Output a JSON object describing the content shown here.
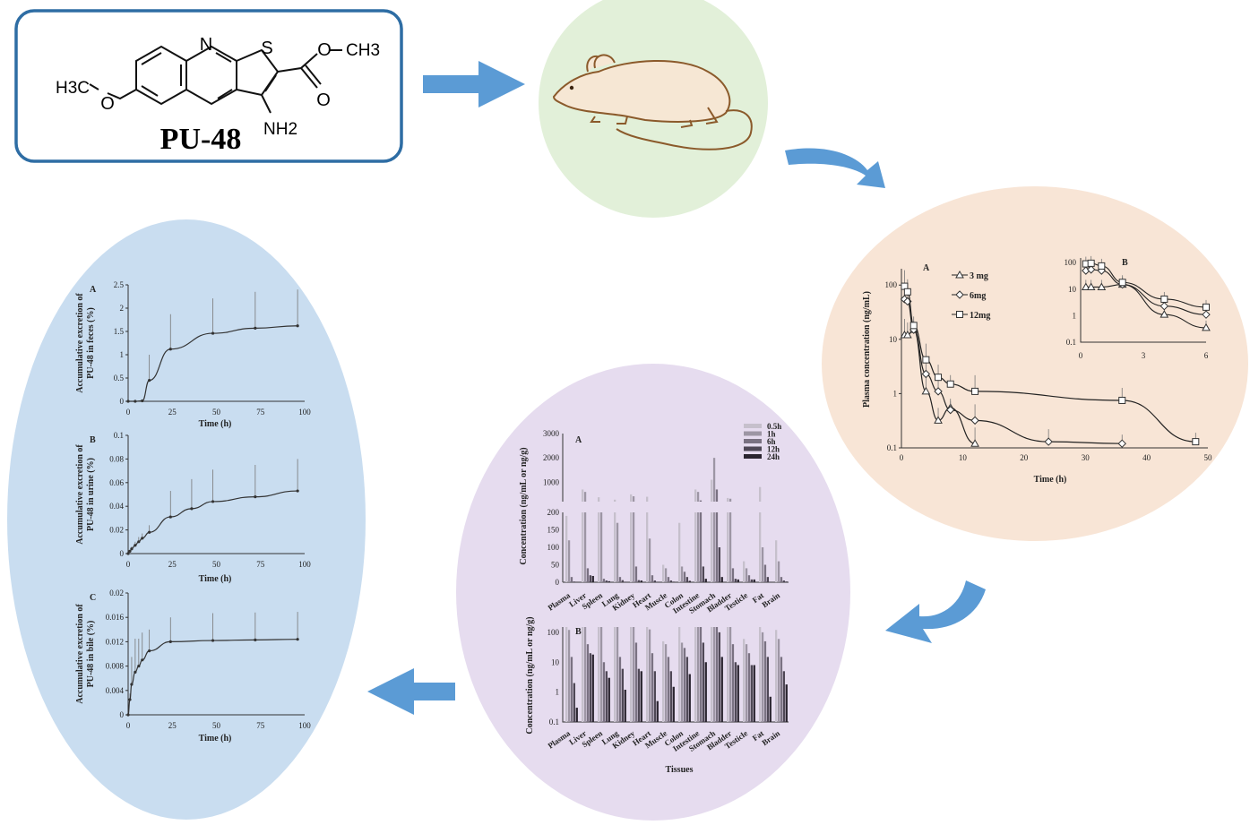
{
  "molecule": {
    "name": "PU-48",
    "atoms": {
      "n": "N",
      "s": "S",
      "o_ether": "O",
      "o_carbonyl": "O",
      "o_ester": "O",
      "ch3_left": "H3C",
      "ch3_right": "CH3",
      "nh2": "NH2"
    }
  },
  "colors": {
    "arrow": "#5b9bd5",
    "molecule_border": "#2e6da4",
    "mouse_bg": "#e2f0d9",
    "plasma_bg": "#f8e5d6",
    "tissue_bg": "#e6dcef",
    "excretion_bg": "#c9ddf0",
    "mouse_stroke": "#8b5a2b",
    "mouse_fill": "#f6e7d4"
  },
  "icons": [
    "mouse-icon",
    "arrow-right-icon",
    "arrow-curved-icon",
    "arrow-left-icon"
  ],
  "plasma": {
    "panel_main": "A",
    "panel_inset": "B",
    "ylabel": "Plasma concentration (ng/mL)",
    "xlabel": "Time (h)",
    "yticks": [
      "100",
      "10",
      "1",
      "0.1"
    ],
    "xticks": [
      "0",
      "10",
      "20",
      "30",
      "40",
      "50"
    ],
    "inset_yticks": [
      "100",
      "10",
      "1",
      "0.1"
    ],
    "inset_xticks": [
      "0",
      "3",
      "6"
    ],
    "legend": [
      "3 mg",
      "6mg",
      "12mg"
    ]
  },
  "tissue": {
    "panel_a": "A",
    "panel_b": "B",
    "ylabel_a": "Concentration (ng/mL or ng/g)",
    "ylabel_b": "Concentration (ng/mL or ng/g)",
    "xlabel": "Tissues",
    "yticks_a_upper": [
      "3000",
      "2000",
      "1000"
    ],
    "yticks_a_lower": [
      "200",
      "150",
      "100",
      "50",
      "0"
    ],
    "yticks_b": [
      "100",
      "10",
      "1",
      "0.1"
    ],
    "legend": [
      "0.5h",
      "1h",
      "6h",
      "12h",
      "24h"
    ],
    "categories": [
      "Plasma",
      "Liver",
      "Spleen",
      "Lung",
      "Kidney",
      "Heart",
      "Muscle",
      "Colon",
      "Intestine",
      "Stomach",
      "Bladder",
      "Testicle",
      "Fat",
      "Brain"
    ]
  },
  "excretion": {
    "panel_a": "A",
    "panel_b": "B",
    "panel_c": "C",
    "ylabel_a": [
      "Accumulative excretion of",
      "PU-48 in feces (%)"
    ],
    "ylabel_b": [
      "Accumulative excretion of",
      "PU-48 in urine (%)"
    ],
    "ylabel_c": [
      "Accumulative excretion of",
      "PU-48 in bile (%)"
    ],
    "xlabel": "Time (h)",
    "xticks": [
      "0",
      "25",
      "50",
      "75",
      "100"
    ],
    "yticks_a": [
      "2.5",
      "2",
      "1.5",
      "1",
      "0.5",
      "0"
    ],
    "yticks_b": [
      "0.1",
      "0.08",
      "0.06",
      "0.04",
      "0.02",
      "0"
    ],
    "yticks_c": [
      "0.02",
      "0.016",
      "0.012",
      "0.008",
      "0.004",
      "0"
    ]
  },
  "chart_data": [
    {
      "type": "line",
      "title": "A",
      "xlabel": "Time (h)",
      "ylabel": "Plasma concentration (ng/mL)",
      "yscale": "log",
      "xlim": [
        0,
        50
      ],
      "ylim": [
        0.1,
        200
      ],
      "series": [
        {
          "name": "3 mg",
          "x": [
            0.5,
            1,
            2,
            4,
            6,
            8,
            12
          ],
          "y": [
            12,
            12,
            15,
            1.1,
            0.32,
            0.55,
            0.12
          ]
        },
        {
          "name": "6mg",
          "x": [
            0.5,
            1,
            2,
            4,
            6,
            8,
            12,
            24,
            36
          ],
          "y": [
            55,
            50,
            15,
            2.3,
            1.1,
            0.5,
            0.32,
            0.13,
            0.12
          ]
        },
        {
          "name": "12mg",
          "x": [
            0.5,
            1,
            2,
            4,
            6,
            8,
            12,
            36,
            48
          ],
          "y": [
            95,
            75,
            18,
            4.2,
            2,
            1.5,
            1.1,
            0.75,
            0.13
          ]
        }
      ]
    },
    {
      "type": "line",
      "title": "B",
      "yscale": "log",
      "xlim": [
        0,
        6
      ],
      "ylim": [
        0.1,
        150
      ],
      "series": [
        {
          "name": "3 mg",
          "x": [
            0.25,
            0.5,
            1,
            2,
            4,
            6
          ],
          "y": [
            12,
            12,
            12,
            15,
            1.1,
            0.35
          ]
        },
        {
          "name": "6mg",
          "x": [
            0.25,
            0.5,
            1,
            2,
            4,
            6
          ],
          "y": [
            50,
            55,
            50,
            15,
            2.3,
            1.1
          ]
        },
        {
          "name": "12mg",
          "x": [
            0.25,
            0.5,
            1,
            2,
            4,
            6
          ],
          "y": [
            90,
            95,
            75,
            18,
            4.2,
            2.1
          ]
        }
      ]
    },
    {
      "type": "bar",
      "title": "A",
      "xlabel": "",
      "ylabel": "Concentration (ng/mL or ng/g)",
      "categories": [
        "Plasma",
        "Liver",
        "Spleen",
        "Lung",
        "Kidney",
        "Heart",
        "Muscle",
        "Colon",
        "Intestine",
        "Stomach",
        "Bladder",
        "Testicle",
        "Fat",
        "Brain"
      ],
      "series": [
        {
          "name": "0.5h",
          "values": [
            190,
            700,
            380,
            280,
            500,
            400,
            50,
            170,
            700,
            1100,
            350,
            60,
            800,
            120
          ]
        },
        {
          "name": "1h",
          "values": [
            120,
            600,
            200,
            170,
            420,
            125,
            40,
            45,
            600,
            2000,
            320,
            40,
            100,
            60
          ]
        },
        {
          "name": "6h",
          "values": [
            15,
            40,
            10,
            15,
            45,
            20,
            15,
            30,
            250,
            700,
            40,
            20,
            50,
            15
          ]
        },
        {
          "name": "12h",
          "values": [
            2,
            20,
            5,
            6,
            6,
            5,
            5,
            15,
            45,
            100,
            10,
            8,
            15,
            5
          ]
        },
        {
          "name": "24h",
          "values": [
            0.3,
            18,
            3,
            1.2,
            5,
            0.5,
            1.5,
            4,
            10,
            15,
            8,
            8,
            0.7,
            1.8
          ]
        }
      ]
    },
    {
      "type": "bar",
      "title": "B",
      "xlabel": "Tissues",
      "ylabel": "Concentration (ng/mL or ng/g)",
      "yscale": "log",
      "ylim": [
        0.1,
        150
      ],
      "categories": [
        "Plasma",
        "Liver",
        "Spleen",
        "Lung",
        "Kidney",
        "Heart",
        "Muscle",
        "Colon",
        "Intestine",
        "Stomach",
        "Bladder",
        "Testicle",
        "Fat",
        "Brain"
      ],
      "series": [
        {
          "name": "0.5h",
          "values": [
            190,
            700,
            380,
            280,
            500,
            400,
            50,
            170,
            700,
            1100,
            350,
            60,
            800,
            120
          ]
        },
        {
          "name": "1h",
          "values": [
            120,
            600,
            200,
            170,
            420,
            125,
            40,
            45,
            600,
            2000,
            320,
            40,
            100,
            60
          ]
        },
        {
          "name": "6h",
          "values": [
            15,
            40,
            10,
            15,
            45,
            20,
            15,
            30,
            250,
            700,
            40,
            20,
            50,
            15
          ]
        },
        {
          "name": "12h",
          "values": [
            2,
            20,
            5,
            6,
            6,
            5,
            5,
            15,
            45,
            100,
            10,
            8,
            15,
            5
          ]
        },
        {
          "name": "24h",
          "values": [
            0.3,
            18,
            3,
            1.2,
            5,
            0.5,
            1.5,
            4,
            10,
            15,
            8,
            8,
            0.7,
            1.8
          ]
        }
      ]
    },
    {
      "type": "line",
      "title": "A",
      "xlabel": "Time (h)",
      "ylabel": "Accumulative excretion of PU-48 in feces (%)",
      "xlim": [
        0,
        100
      ],
      "ylim": [
        0,
        2.5
      ],
      "series": [
        {
          "x": [
            0,
            4,
            8,
            12,
            24,
            48,
            72,
            96
          ],
          "y": [
            0,
            0,
            0.01,
            0.45,
            1.12,
            1.46,
            1.57,
            1.62
          ],
          "err": [
            0,
            0,
            0,
            0.55,
            0.75,
            0.75,
            0.78,
            0.78
          ]
        }
      ]
    },
    {
      "type": "line",
      "title": "B",
      "xlabel": "Time (h)",
      "ylabel": "Accumulative excretion of PU-48 in urine (%)",
      "xlim": [
        0,
        100
      ],
      "ylim": [
        0,
        0.1
      ],
      "series": [
        {
          "x": [
            0,
            1,
            2,
            4,
            6,
            8,
            12,
            24,
            36,
            48,
            72,
            96
          ],
          "y": [
            0,
            0.002,
            0.004,
            0.007,
            0.01,
            0.013,
            0.018,
            0.031,
            0.038,
            0.044,
            0.048,
            0.053
          ],
          "err": [
            0,
            0.001,
            0.002,
            0.003,
            0.004,
            0.004,
            0.006,
            0.022,
            0.025,
            0.027,
            0.027,
            0.027
          ]
        }
      ]
    },
    {
      "type": "line",
      "title": "C",
      "xlabel": "Time (h)",
      "ylabel": "Accumulative excretion of PU-48 in bile (%)",
      "xlim": [
        0,
        100
      ],
      "ylim": [
        0,
        0.02
      ],
      "series": [
        {
          "x": [
            0,
            1,
            2,
            4,
            6,
            8,
            12,
            24,
            48,
            72,
            96
          ],
          "y": [
            0,
            0.0025,
            0.005,
            0.007,
            0.008,
            0.009,
            0.0105,
            0.012,
            0.0122,
            0.0123,
            0.0124
          ],
          "err": [
            0,
            0.001,
            0.0045,
            0.0055,
            0.0045,
            0.0045,
            0.0035,
            0.004,
            0.0045,
            0.0045,
            0.0045
          ]
        }
      ]
    }
  ]
}
